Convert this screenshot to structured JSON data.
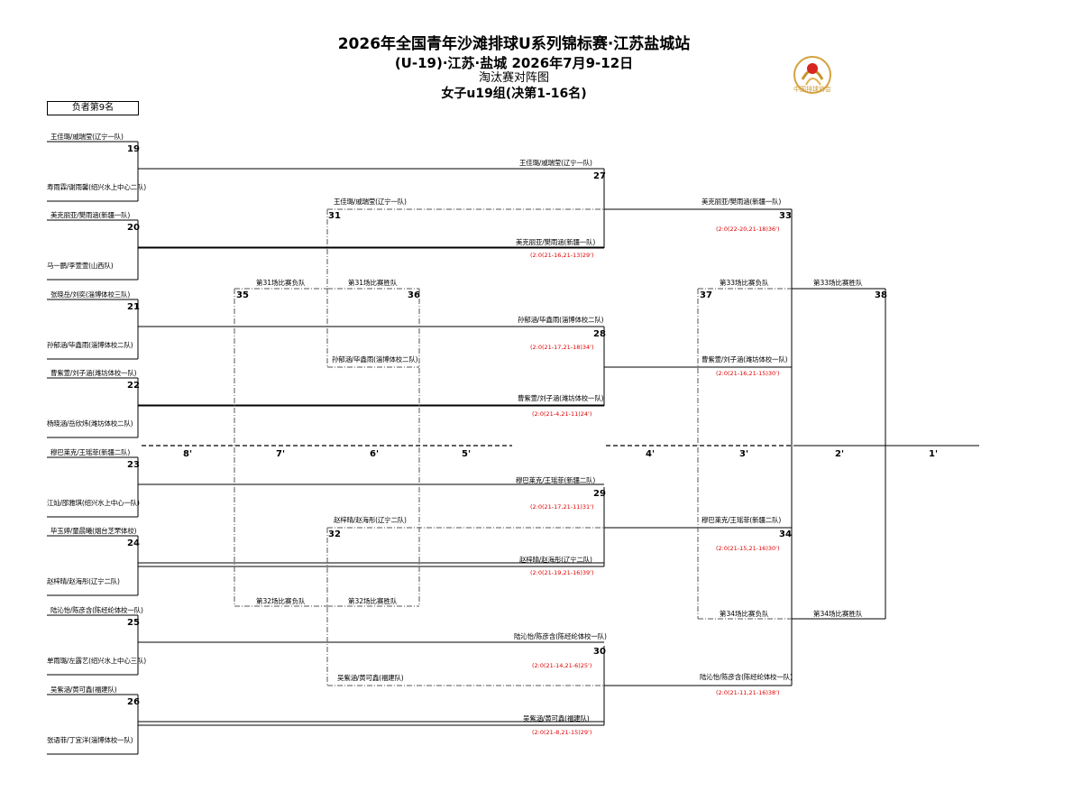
{
  "title": {
    "line1": "2026年全国青年沙滩排球U系列锦标赛·江苏盐城站",
    "line2": "(U-19)·江苏·盐城    2026年7月9-12日",
    "line3": "淘汰赛对阵图",
    "line4": "女子u19组(决第1-16名)"
  },
  "logo_text": "中国排球协会",
  "loser_box": "负者第9名",
  "left_teams": [
    "王佳璐/戚瑞莹(辽宁一队)",
    "寿雨霖/谢雨馨(绍兴水上中心二队)",
    "美克丽亚/樊雨涵(新疆一队)",
    "马一鹏/李萱萱(山西队)",
    "张晓岳/刘奕(淄博体校三队)",
    "孙郁涵/毕鑫雨(淄博体校二队)",
    "曹紫萱/刘子涵(潍坊体校一队)",
    "杨晓涵/岳欣炜(潍坊体校二队)",
    "穆巴莱克/王瑶菲(新疆二队)",
    "江灿/邵雅琪(绍兴水上中心一队)",
    "毕玉婷/童晨曦(烟台芝罘体校)",
    "赵梓晴/赵海彤(辽宁二队)",
    "陆沁怡/陈彦含(陈经纶体校一队)",
    "单雨璐/左露艺(绍兴水上中心三队)",
    "吴紫涵/黄可鑫(福建队)",
    "张语菲/丁宜洋(淄博体校一队)"
  ],
  "r1_matches": [
    "19",
    "20",
    "21",
    "22",
    "23",
    "24",
    "25",
    "26"
  ],
  "r2": [
    {
      "num": "27",
      "winner_top": "王佳璐/戚瑞莹(辽宁一队)",
      "winner_bottom": "美克丽亚/樊雨涵(新疆一队)",
      "score": "(2:0(21-16,21-13)29')"
    },
    {
      "num": "28",
      "winner_top": "孙郁涵/毕鑫雨(淄博体校二队)",
      "winner_bottom": "曹紫萱/刘子涵(潍坊体校一队)",
      "score_top": "(2:0(21-17,21-18)34')",
      "score": "(2:0(21-4,21-11)24')"
    },
    {
      "num": "29",
      "winner_top": "穆巴莱克/王瑶菲(新疆二队)",
      "winner_bottom": "赵梓晴/赵海彤(辽宁二队)",
      "score_top": "(2:0(21-17,21-11)31')",
      "score": "(2:0(21-19,21-16)39')"
    },
    {
      "num": "30",
      "winner_top": "陆沁怡/陈彦含(陈经纶体校一队)",
      "winner_bottom": "吴紫涵/黄可鑫(福建队)",
      "score_top": "(2:0(21-14,21-6)25')",
      "score": "(2:0(21-8,21-15)29')"
    }
  ],
  "m31": {
    "num": "31",
    "team_top": "王佳璐/戚瑞莹(辽宁一队)",
    "team_bottom": "孙郁涵/毕鑫雨(淄博体校二队)"
  },
  "m32": {
    "num": "32",
    "team_top": "赵梓晴/赵海彤(辽宁二队)",
    "team_bottom": "吴紫涵/黄可鑫(福建队)"
  },
  "m33": {
    "num": "33",
    "team_top": "美克丽亚/樊雨涵(新疆一队)",
    "score": "(2:0(22-20,21-18)36')",
    "team_bottom": "曹紫萱/刘子涵(潍坊体校一队)",
    "score_bottom": "(2:0(21-16,21-15)30')"
  },
  "m34": {
    "num": "34",
    "team_top": "穆巴莱克/王瑶菲(新疆二队)",
    "score": "(2:0(21-15,21-16)30')",
    "team_bottom": "陆沁怡/陈彦含(陈经纶体校一队)",
    "score_bottom": "(2:0(21-11,21-16)38')"
  },
  "m35": {
    "num": "35",
    "label_top": "第31场比赛负队",
    "label_bottom": "第32场比赛负队"
  },
  "m36": {
    "num": "36",
    "label_top": "第31场比赛胜队",
    "label_bottom": "第32场比赛胜队"
  },
  "m37": {
    "num": "37",
    "label_top": "第33场比赛负队",
    "label_bottom": "第34场比赛负队"
  },
  "m38": {
    "num": "38",
    "label_top": "第33场比赛胜队",
    "label_bottom": "第34场比赛胜队"
  },
  "places": [
    "8'",
    "7'",
    "6'",
    "5'",
    "4'",
    "3'",
    "2'",
    "1'"
  ]
}
